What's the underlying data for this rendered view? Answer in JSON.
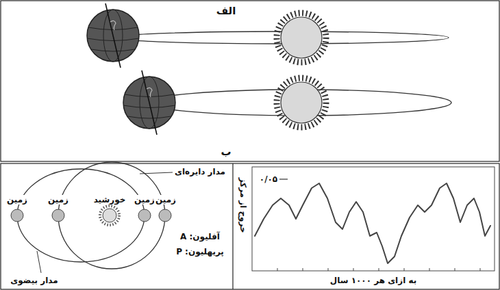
{
  "diagram": {
    "labels": [
      "الف",
      "ب",
      "مدار دایره‌ای",
      "زمین",
      "زمین",
      "خورشید",
      "زمین",
      "زمین",
      "آفلیون: A",
      "پریهلیون: P",
      "مدار بیضوی",
      "۰/۰۵",
      "خروج از مرکز",
      "به ازای هر ۱۰۰۰ سال"
    ]
  }
}
